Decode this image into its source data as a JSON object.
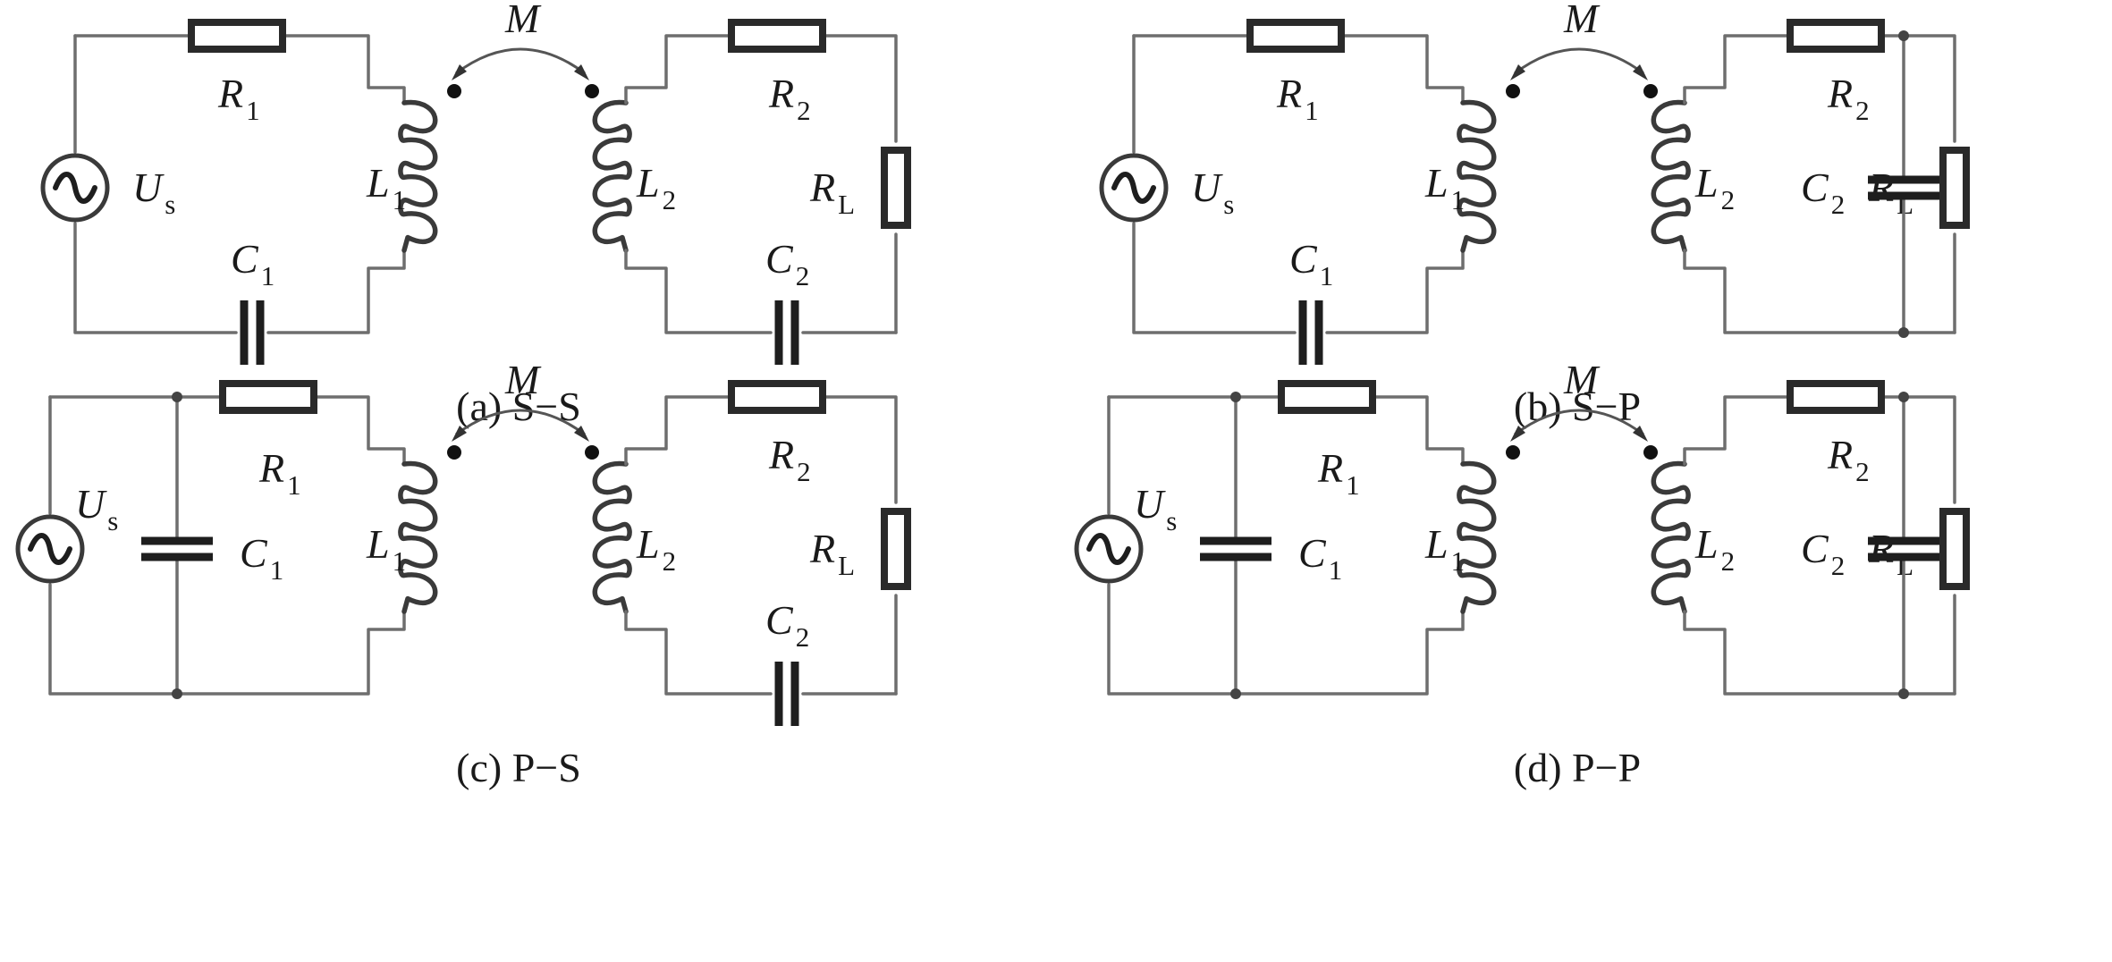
{
  "panels": [
    {
      "caption": "(a) S−S",
      "primary": "series",
      "secondary": "series",
      "labels": {
        "mutual": "M",
        "source": {
          "main": "U",
          "sub": "s"
        },
        "r1": {
          "main": "R",
          "sub": "1"
        },
        "r2": {
          "main": "R",
          "sub": "2"
        },
        "l1": {
          "main": "L",
          "sub": "1"
        },
        "l2": {
          "main": "L",
          "sub": "2"
        },
        "c1": {
          "main": "C",
          "sub": "1"
        },
        "c2": {
          "main": "C",
          "sub": "2"
        },
        "rl": {
          "main": "R",
          "sub": "L"
        }
      }
    },
    {
      "caption": "(b) S−P",
      "primary": "series",
      "secondary": "parallel",
      "labels": {
        "mutual": "M",
        "source": {
          "main": "U",
          "sub": "s"
        },
        "r1": {
          "main": "R",
          "sub": "1"
        },
        "r2": {
          "main": "R",
          "sub": "2"
        },
        "l1": {
          "main": "L",
          "sub": "1"
        },
        "l2": {
          "main": "L",
          "sub": "2"
        },
        "c1": {
          "main": "C",
          "sub": "1"
        },
        "c2": {
          "main": "C",
          "sub": "2"
        },
        "rl": {
          "main": "R",
          "sub": "L"
        }
      }
    },
    {
      "caption": "(c) P−S",
      "primary": "parallel",
      "secondary": "series",
      "labels": {
        "mutual": "M",
        "source": {
          "main": "U",
          "sub": "s"
        },
        "r1": {
          "main": "R",
          "sub": "1"
        },
        "r2": {
          "main": "R",
          "sub": "2"
        },
        "l1": {
          "main": "L",
          "sub": "1"
        },
        "l2": {
          "main": "L",
          "sub": "2"
        },
        "c1": {
          "main": "C",
          "sub": "1"
        },
        "c2": {
          "main": "C",
          "sub": "2"
        },
        "rl": {
          "main": "R",
          "sub": "L"
        }
      }
    },
    {
      "caption": "(d) P−P",
      "primary": "parallel",
      "secondary": "parallel",
      "labels": {
        "mutual": "M",
        "source": {
          "main": "U",
          "sub": "s"
        },
        "r1": {
          "main": "R",
          "sub": "1"
        },
        "r2": {
          "main": "R",
          "sub": "2"
        },
        "l1": {
          "main": "L",
          "sub": "1"
        },
        "l2": {
          "main": "L",
          "sub": "2"
        },
        "c1": {
          "main": "C",
          "sub": "1"
        },
        "c2": {
          "main": "C",
          "sub": "2"
        },
        "rl": {
          "main": "R",
          "sub": "L"
        }
      }
    }
  ]
}
